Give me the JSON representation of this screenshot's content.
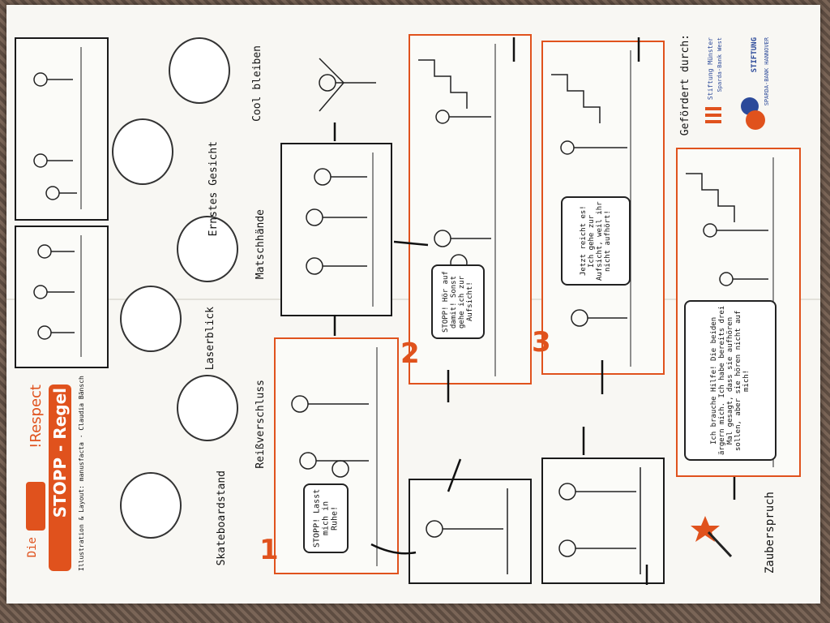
{
  "brand": {
    "logo_text": "!Respect",
    "title_small": "Die",
    "title_main": "STOPP - Regel",
    "credit": "Illustration & Layout: manusfacta · Claudia Bänsch"
  },
  "strategies": [
    "Skateboardstand",
    "Reißverschluss",
    "Laserblick",
    "Ernstes Gesicht",
    "Cool bleiben",
    "Matschhände"
  ],
  "sponsors": {
    "heading": "Gefördert durch:",
    "org1": "Stiftung Münster",
    "org1_sub": "Sparda-Bank West",
    "org2": "STIFTUNG",
    "org2_sub": "SPARDA-BANK HANNOVER"
  },
  "steps": {
    "one": "1",
    "two": "2",
    "three": "3"
  },
  "speech": {
    "stop1": "STOPP! Lasst mich in Ruhe!",
    "stop2": "STOPP! Hör auf damit! Sonst gehe ich zur Aufsicht!",
    "stop3": "Jetzt reicht es! Ich gehe zur Aufsicht, weil ihr nicht aufhört!",
    "help": "Ich brauche Hilfe! Die beiden ärgern mich. Ich habe bereits drei Mal gesagt, dass sie aufhören sollen, aber sie hören nicht auf mich!"
  },
  "magic_label": "Zauberspruch",
  "colors": {
    "accent": "#e0521d",
    "ink": "#1a1a1a",
    "paper": "#f8f7f3"
  }
}
